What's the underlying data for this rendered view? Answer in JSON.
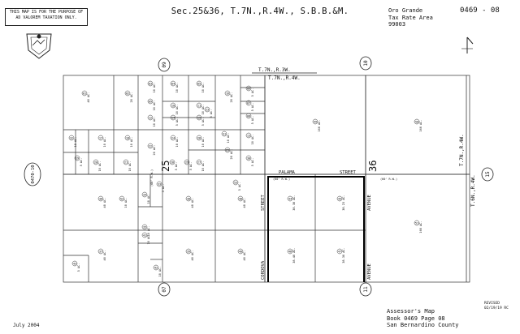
{
  "header": {
    "disclaimer": "THIS MAP IS FOR THE PURPOSE OF AD VALOREM TAXATION ONLY.",
    "title": "Sec.25&36, T.7N.,R.4W., S.B.B.&M.",
    "area_lines": [
      "Oro Grande",
      "Tax Rate Area",
      "99003"
    ],
    "book_page": "0469 - 08"
  },
  "map": {
    "township_labels": [
      "T.7N.,R.3W.",
      "T.7N.,R.4W.",
      "T.7N.,R.4W.",
      "T.6N.,R.4W."
    ],
    "section_numbers": [
      "25",
      "36"
    ],
    "streets": [
      "PALAMA",
      "STREET",
      "STREET",
      "CORDOVA",
      "AVENUE",
      "AVENUE"
    ],
    "circled_numbers": [
      "09",
      "10",
      "15",
      "07",
      "11",
      "0470-10"
    ],
    "street_widths": [
      "(60' R.W.)",
      "(60' R.W.)",
      "(60' R.W.)"
    ],
    "parcels": [
      {
        "num": "01",
        "ac": "40 AC."
      },
      {
        "num": "02",
        "ac": "20 AC."
      },
      {
        "num": "03",
        "ac": "10 AC."
      },
      {
        "num": "04",
        "ac": "10 AC."
      },
      {
        "num": "05",
        "ac": "10 AC."
      },
      {
        "num": "06",
        "ac": "5 AC."
      },
      {
        "num": "07",
        "ac": "5 AC."
      },
      {
        "num": "08",
        "ac": "5 AC."
      },
      {
        "num": "09",
        "ac": "10 AC."
      },
      {
        "num": "10",
        "ac": "10 AC."
      },
      {
        "num": "11",
        "ac": "10 AC."
      },
      {
        "num": "12",
        "ac": "10 AC."
      },
      {
        "num": "13",
        "ac": "10 AC."
      },
      {
        "num": "14",
        "ac": "5 AC."
      },
      {
        "num": "15",
        "ac": "5 AC."
      },
      {
        "num": "16",
        "ac": "20 AC."
      },
      {
        "num": "17",
        "ac": "10 AC."
      },
      {
        "num": "18",
        "ac": "10 AC."
      },
      {
        "num": "19",
        "ac": "5 AC."
      },
      {
        "num": "20",
        "ac": "10 AC."
      },
      {
        "num": "21",
        "ac": "10 AC."
      },
      {
        "num": "22",
        "ac": "20 AC."
      },
      {
        "num": "23",
        "ac": "5 AC."
      },
      {
        "num": "24",
        "ac": "10 AC."
      },
      {
        "num": "25",
        "ac": "20 AC."
      },
      {
        "num": "26",
        "ac": "10 AC."
      },
      {
        "num": "27",
        "ac": "10 AC."
      },
      {
        "num": "28",
        "ac": "5 AC."
      },
      {
        "num": "29",
        "ac": "5 AC."
      },
      {
        "num": "30",
        "ac": "5 AC."
      },
      {
        "num": "31",
        "ac": "10 AC."
      },
      {
        "num": "32",
        "ac": "10 AC."
      },
      {
        "num": "33",
        "ac": "5 AC."
      },
      {
        "num": "34",
        "ac": "10 AC."
      },
      {
        "num": "35",
        "ac": "10 AC."
      },
      {
        "num": "36",
        "ac": "40 AC."
      },
      {
        "num": "37",
        "ac": "40 AC."
      },
      {
        "num": "38",
        "ac": "40 AC."
      },
      {
        "num": "39",
        "ac": "40 AC."
      },
      {
        "num": "40",
        "ac": "40 AC."
      },
      {
        "num": "41",
        "ac": "10 AC."
      },
      {
        "num": "42",
        "ac": "10 AC."
      },
      {
        "num": "43",
        "ac": "5 AC."
      },
      {
        "num": "44",
        "ac": "38.38 AC."
      },
      {
        "num": "45",
        "ac": "38.23 AC."
      },
      {
        "num": "46",
        "ac": "38.40 AC."
      },
      {
        "num": "47",
        "ac": "38.30 AC."
      },
      {
        "num": "48",
        "ac": "40 AC."
      },
      {
        "num": "49",
        "ac": "160 AC."
      },
      {
        "num": "50",
        "ac": "160 AC."
      },
      {
        "num": "51",
        "ac": "160 AC."
      },
      {
        "num": "52",
        "ac": "10 AC."
      },
      {
        "num": "53",
        "ac": "5 AC."
      }
    ]
  },
  "footer": {
    "date": "July 2004",
    "revised_label": "REVISED",
    "revised_value": "02/19/19 RC",
    "caption_lines": [
      "Assessor's Map",
      "Book 0469 Page 08",
      "San Bernardino County"
    ]
  },
  "colors": {
    "ink": "#111111",
    "line": "#333333",
    "bold": "#000000",
    "paper": "#ffffff"
  }
}
